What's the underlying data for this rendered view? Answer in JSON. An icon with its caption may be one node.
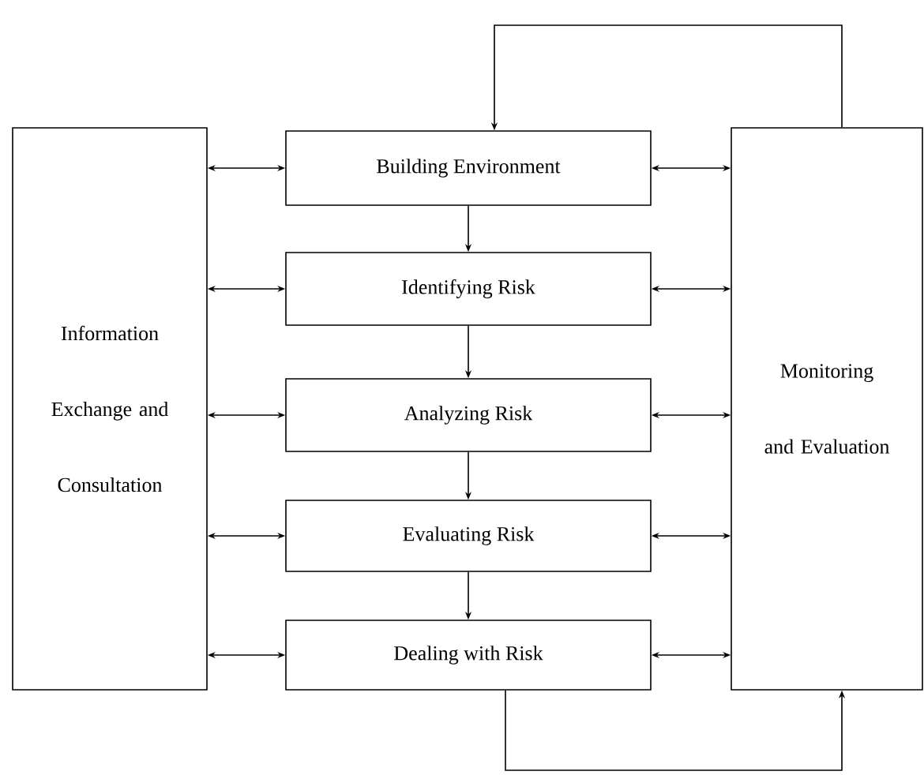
{
  "diagram": {
    "nodes": [
      {
        "text": [
          "Information Exchange and Consultation"
        ]
      },
      {
        "text": [
          "Building Environment"
        ]
      },
      {
        "text": [
          "Identifying Risk"
        ]
      },
      {
        "text": [
          "Analyzing Risk"
        ]
      },
      {
        "text": [
          "Evaluating Risk"
        ]
      },
      {
        "text": [
          "Dealing with Risk"
        ]
      },
      {
        "text": [
          "Monitoring and Evaluation"
        ]
      }
    ],
    "edges": [
      {
        "from": 0,
        "to": 1,
        "arrow": "both"
      },
      {
        "from": 0,
        "to": 2,
        "arrow": "both"
      },
      {
        "from": 0,
        "to": 3,
        "arrow": "both"
      },
      {
        "from": 0,
        "to": 4,
        "arrow": "both"
      },
      {
        "from": 0,
        "to": 5,
        "arrow": "both"
      },
      {
        "from": 1,
        "to": 6,
        "arrow": "both"
      },
      {
        "from": 2,
        "to": 6,
        "arrow": "both"
      },
      {
        "from": 3,
        "to": 6,
        "arrow": "both"
      },
      {
        "from": 4,
        "to": 6,
        "arrow": "both"
      },
      {
        "from": 5,
        "to": 6,
        "arrow": "both"
      },
      {
        "from": 1,
        "to": 2,
        "arrow": "to"
      },
      {
        "from": 2,
        "to": 3,
        "arrow": "to"
      },
      {
        "from": 3,
        "to": 4,
        "arrow": "to"
      },
      {
        "from": 4,
        "to": 5,
        "arrow": "to"
      },
      {
        "from": 6,
        "to": 1,
        "arrow": "to"
      },
      {
        "from": 5,
        "to": 6,
        "arrow": "to"
      }
    ]
  }
}
